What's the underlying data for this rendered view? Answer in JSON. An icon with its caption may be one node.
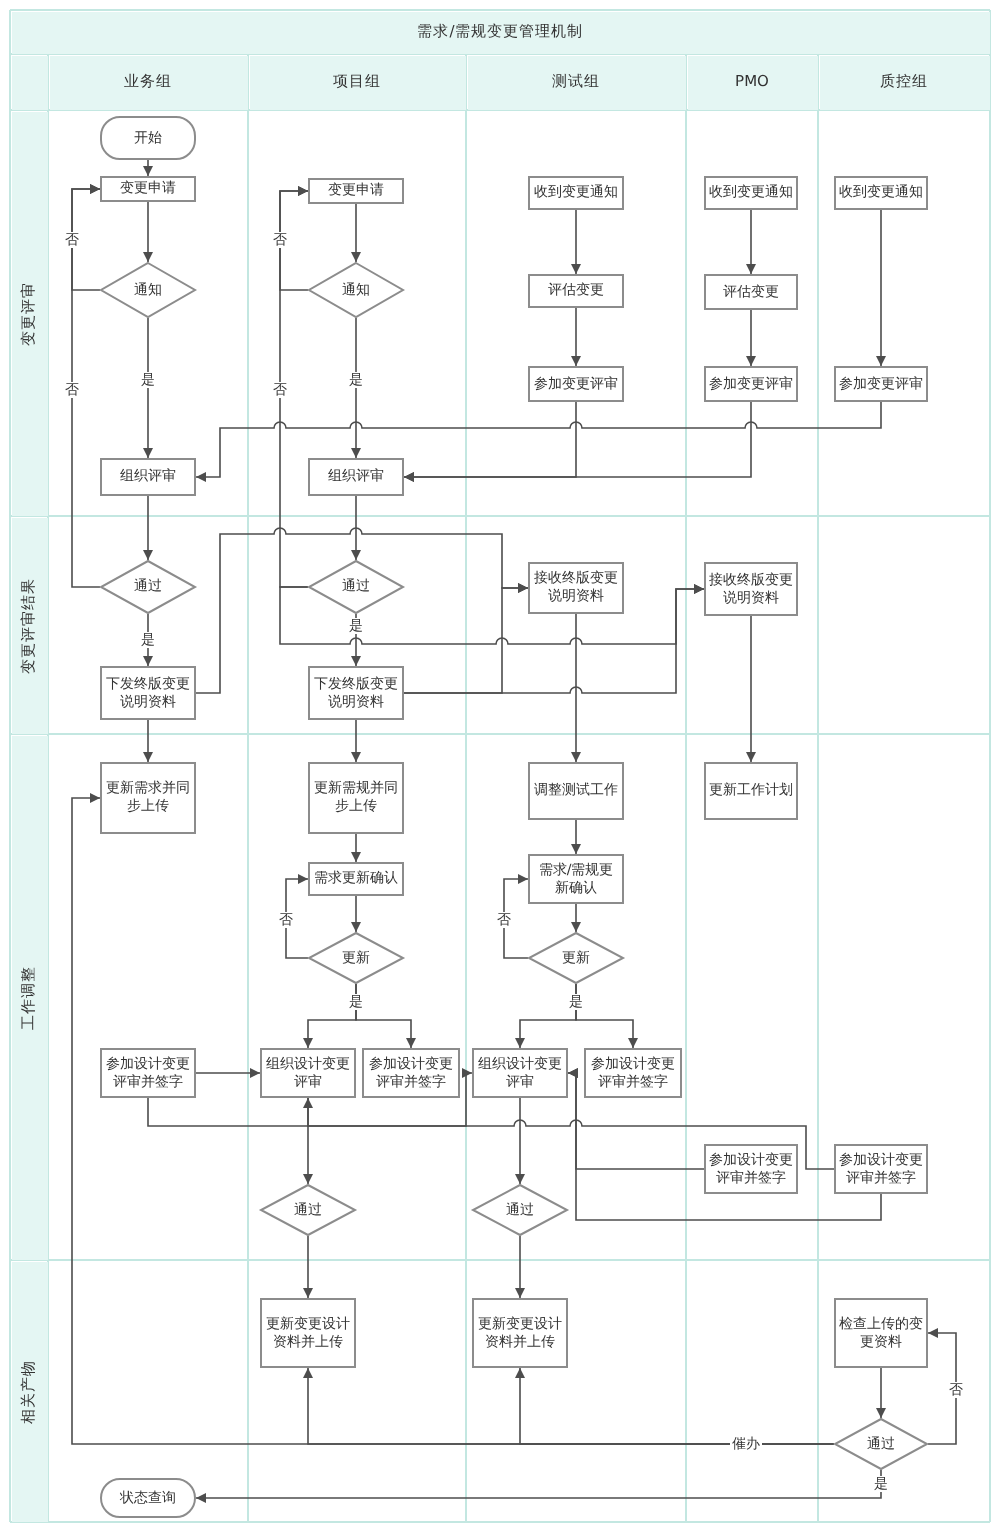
{
  "diagram": {
    "title": "需求/需规变更管理机制",
    "nodes": [
      {
        "text": [
          "业务组"
        ]
      },
      {
        "text": [
          "项目组"
        ]
      },
      {
        "text": [
          "测试组"
        ]
      },
      {
        "text": [
          "PMO"
        ]
      },
      {
        "text": [
          "质控组"
        ]
      },
      {
        "text": [
          "变更评审"
        ]
      },
      {
        "text": [
          "变更评审结果"
        ]
      },
      {
        "text": [
          "工作调整"
        ]
      },
      {
        "text": [
          "相关产物"
        ]
      },
      {
        "text": [
          "开始"
        ]
      },
      {
        "text": [
          "变更申请"
        ]
      },
      {
        "text": [
          "变更申请"
        ]
      },
      {
        "text": [
          "收到变更通知"
        ]
      },
      {
        "text": [
          "收到变更通知"
        ]
      },
      {
        "text": [
          "收到变更通知"
        ]
      },
      {
        "text": [
          "通知"
        ]
      },
      {
        "text": [
          "通知"
        ]
      },
      {
        "text": [
          "评估变更"
        ]
      },
      {
        "text": [
          "评估变更"
        ]
      },
      {
        "text": [
          "参加变更评审"
        ]
      },
      {
        "text": [
          "参加变更评审"
        ]
      },
      {
        "text": [
          "参加变更评审"
        ]
      },
      {
        "text": [
          "组织评审"
        ]
      },
      {
        "text": [
          "组织评审"
        ]
      },
      {
        "text": [
          "通过"
        ]
      },
      {
        "text": [
          "通过"
        ]
      },
      {
        "text": [
          "接收终版变更说明资料"
        ]
      },
      {
        "text": [
          "接收终版变更说明资料"
        ]
      },
      {
        "text": [
          "下发终版变更说明资料"
        ]
      },
      {
        "text": [
          "下发终版变更说明资料"
        ]
      },
      {
        "text": [
          "更新需求并同步上传"
        ]
      },
      {
        "text": [
          "更新需规并同步上传"
        ]
      },
      {
        "text": [
          "调整测试工作"
        ]
      },
      {
        "text": [
          "更新工作计划"
        ]
      },
      {
        "text": [
          "需求更新确认"
        ]
      },
      {
        "text": [
          "需求/需规更新确认"
        ]
      },
      {
        "text": [
          "更新"
        ]
      },
      {
        "text": [
          "更新"
        ]
      },
      {
        "text": [
          "参加设计变更评审并签字"
        ]
      },
      {
        "text": [
          "组织设计变更评审"
        ]
      },
      {
        "text": [
          "参加设计变更评审并签字"
        ]
      },
      {
        "text": [
          "组织设计变更评审"
        ]
      },
      {
        "text": [
          "参加设计变更评审并签字"
        ]
      },
      {
        "text": [
          "参加设计变更评审并签字"
        ]
      },
      {
        "text": [
          "参加设计变更评审并签字"
        ]
      },
      {
        "text": [
          "通过"
        ]
      },
      {
        "text": [
          "通过"
        ]
      },
      {
        "text": [
          "更新变更设计资料并上传"
        ]
      },
      {
        "text": [
          "更新变更设计资料并上传"
        ]
      },
      {
        "text": [
          "检查上传的变更资料"
        ]
      },
      {
        "text": [
          "通过"
        ]
      },
      {
        "text": [
          "状态查询"
        ]
      }
    ],
    "edges": [
      {
        "from": 9,
        "to": 10,
        "arrow": "to"
      },
      {
        "from": 10,
        "to": 15,
        "arrow": "to"
      },
      {
        "from": 15,
        "to": 10,
        "arrow": "to",
        "label": "否"
      },
      {
        "from": 15,
        "to": 22,
        "arrow": "to",
        "label": "是"
      },
      {
        "from": 22,
        "to": 24,
        "arrow": "to"
      },
      {
        "from": 24,
        "to": 10,
        "arrow": "to",
        "label": "否"
      },
      {
        "from": 24,
        "to": 28,
        "arrow": "to",
        "label": "是"
      },
      {
        "from": 28,
        "to": 30,
        "arrow": "to"
      },
      {
        "from": 11,
        "to": 16,
        "arrow": "to"
      },
      {
        "from": 16,
        "to": 11,
        "arrow": "to",
        "label": "否"
      },
      {
        "from": 16,
        "to": 23,
        "arrow": "to",
        "label": "是"
      },
      {
        "from": 23,
        "to": 25,
        "arrow": "to"
      },
      {
        "from": 25,
        "to": 11,
        "arrow": "to",
        "label": "否"
      },
      {
        "from": 25,
        "to": 29,
        "arrow": "to",
        "label": "是"
      },
      {
        "from": 29,
        "to": 31,
        "arrow": "to"
      },
      {
        "from": 12,
        "to": 17,
        "arrow": "to"
      },
      {
        "from": 17,
        "to": 19,
        "arrow": "to"
      },
      {
        "from": 13,
        "to": 18,
        "arrow": "to"
      },
      {
        "from": 18,
        "to": 20,
        "arrow": "to"
      },
      {
        "from": 14,
        "to": 21,
        "arrow": "to"
      },
      {
        "from": 21,
        "to": 22,
        "arrow": "to"
      },
      {
        "from": 19,
        "to": 23,
        "arrow": "to"
      },
      {
        "from": 20,
        "to": 23,
        "arrow": "to"
      },
      {
        "from": 28,
        "to": 26,
        "arrow": "to"
      },
      {
        "from": 25,
        "to": 27,
        "arrow": "to"
      },
      {
        "from": 29,
        "to": 26,
        "arrow": "to"
      },
      {
        "from": 29,
        "to": 27,
        "arrow": "to"
      },
      {
        "from": 26,
        "to": 32,
        "arrow": "to"
      },
      {
        "from": 27,
        "to": 33,
        "arrow": "to"
      },
      {
        "from": 31,
        "to": 34,
        "arrow": "to"
      },
      {
        "from": 34,
        "to": 36,
        "arrow": "to"
      },
      {
        "from": 36,
        "to": 34,
        "arrow": "to",
        "label": "否"
      },
      {
        "from": 36,
        "to": 39,
        "arrow": "to",
        "label": "是"
      },
      {
        "from": 36,
        "to": 40,
        "arrow": "to"
      },
      {
        "from": 32,
        "to": 35,
        "arrow": "to"
      },
      {
        "from": 35,
        "to": 37,
        "arrow": "to"
      },
      {
        "from": 37,
        "to": 35,
        "arrow": "to",
        "label": "否"
      },
      {
        "from": 37,
        "to": 41,
        "arrow": "to",
        "label": "是"
      },
      {
        "from": 37,
        "to": 42,
        "arrow": "to"
      },
      {
        "from": 38,
        "to": 39,
        "arrow": "to"
      },
      {
        "from": 44,
        "to": 39,
        "arrow": "to"
      },
      {
        "from": 43,
        "to": 41,
        "arrow": "to"
      },
      {
        "from": 44,
        "to": 41,
        "arrow": "to"
      },
      {
        "from": 39,
        "to": 45,
        "arrow": "to"
      },
      {
        "from": 41,
        "to": 46,
        "arrow": "to"
      },
      {
        "from": 45,
        "to": 47,
        "arrow": "to"
      },
      {
        "from": 46,
        "to": 48,
        "arrow": "to"
      },
      {
        "from": 49,
        "to": 50,
        "arrow": "to"
      },
      {
        "from": 50,
        "to": 49,
        "arrow": "to",
        "label": "否"
      },
      {
        "from": 50,
        "to": 51,
        "arrow": "to",
        "label": "是"
      },
      {
        "from": 50,
        "to": 47,
        "arrow": "to",
        "label": "催办"
      },
      {
        "from": 50,
        "to": 48,
        "arrow": "to"
      },
      {
        "from": 50,
        "to": 30,
        "arrow": "to"
      },
      {
        "from": 38,
        "to": 41,
        "arrow": "to"
      }
    ]
  }
}
